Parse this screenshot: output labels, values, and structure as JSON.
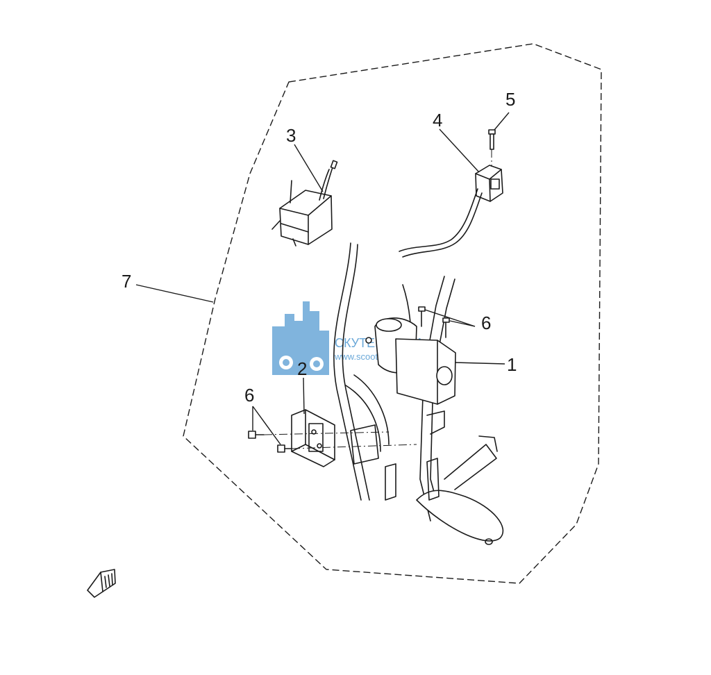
{
  "diagram": {
    "callouts": {
      "part_1": "1",
      "part_2": "2",
      "part_3": "3",
      "part_4": "4",
      "part_5": "5",
      "part_6_right": "6",
      "part_6_left": "6",
      "part_7": "7"
    },
    "watermark": {
      "line1": "СКУТЕР СИТИ",
      "line2": "www.scooter-city.ru",
      "color": "#6aa8d8"
    },
    "colors": {
      "ink": "#1a1a1a",
      "background": "#ffffff"
    },
    "orientation_icon": "front-arrow-icon"
  }
}
